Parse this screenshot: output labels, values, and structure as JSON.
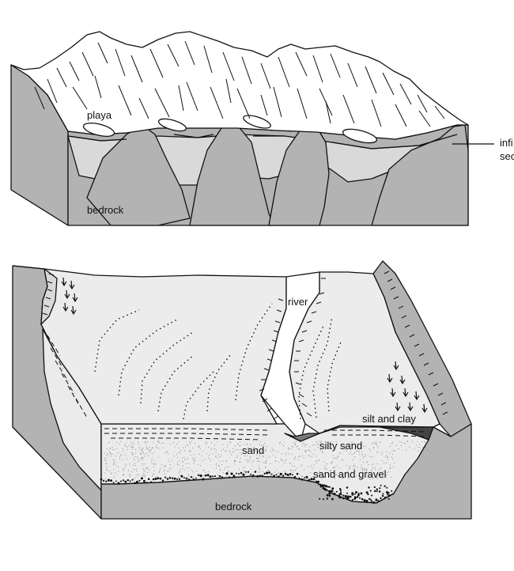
{
  "top_diagram": {
    "labels": {
      "playa": "playa",
      "bedrock": "bedrock",
      "callout_line1": "infi",
      "callout_line2": "sec"
    }
  },
  "bottom_diagram": {
    "labels": {
      "river": "river",
      "silt_and_clay": "silt and clay",
      "sand": "sand",
      "silty_sand": "silty sand",
      "sand_and_gravel": "sand and gravel",
      "bedrock": "bedrock"
    }
  },
  "colors": {
    "outline": "#111111",
    "bedrock_fill": "#b3b3b3",
    "fill_light": "#d9d9d9",
    "surface_light": "#ececec",
    "sediment_fill": "#ebebeb",
    "silt_clay_fill": "#444444",
    "background": "#ffffff"
  }
}
